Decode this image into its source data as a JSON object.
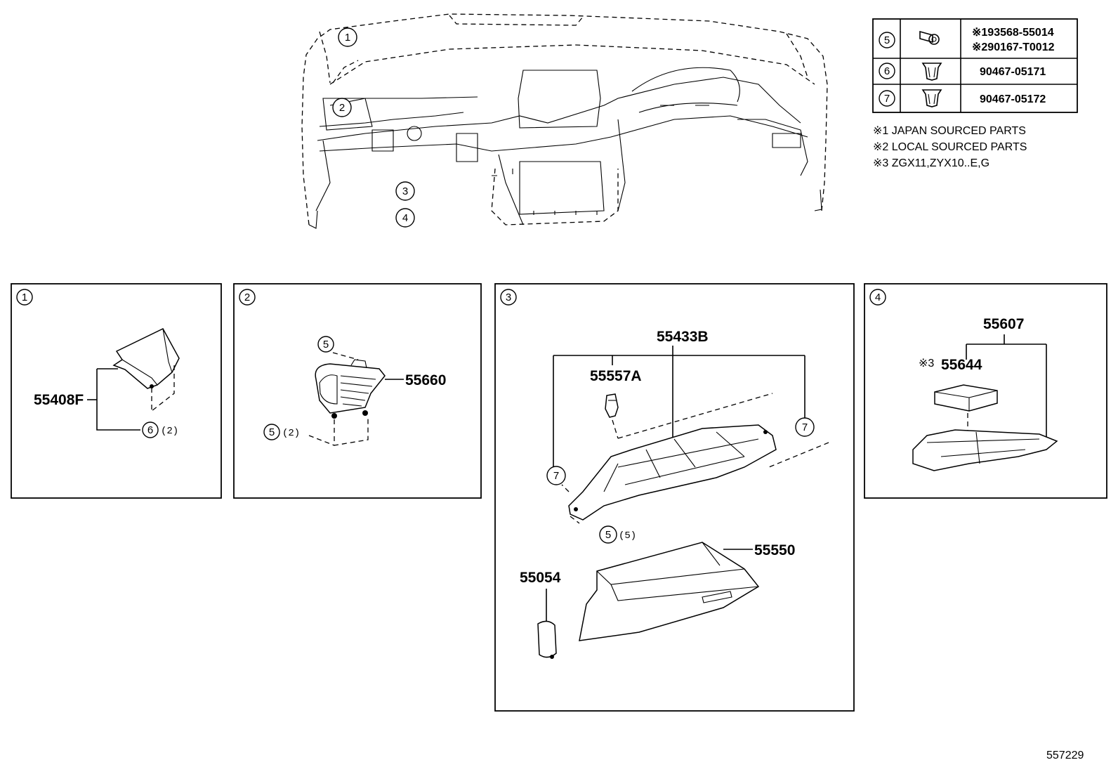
{
  "fasteners_table": [
    {
      "ref": "5",
      "icon": "bolt-icon",
      "parts": [
        "※193568-55014",
        "※290167-T0012"
      ]
    },
    {
      "ref": "6",
      "icon": "clip-icon",
      "parts": [
        "90467-05171"
      ]
    },
    {
      "ref": "7",
      "icon": "clip-icon",
      "parts": [
        "90467-05172"
      ]
    }
  ],
  "notes": [
    "※1 JAPAN SOURCED PARTS",
    "※2 LOCAL SOURCED PARTS",
    "※3 ZGX11,ZYX10..E,G"
  ],
  "overview": {
    "callouts": [
      "1",
      "2",
      "3",
      "4"
    ]
  },
  "panel1": {
    "ref": "1",
    "parts": {
      "p55408F": "55408F"
    },
    "callouts": {
      "clip": "6",
      "clip_qty": "(2)"
    }
  },
  "panel2": {
    "ref": "2",
    "parts": {
      "p55660": "55660"
    },
    "callouts": {
      "bolt_top": "5",
      "bolt_bottom": "5",
      "bolt_bottom_qty": "(2)"
    }
  },
  "panel3": {
    "ref": "3",
    "parts": {
      "p55433B": "55433B",
      "p55557A": "55557A",
      "p55550": "55550",
      "p55054": "55054"
    },
    "callouts": {
      "clip_left": "7",
      "clip_right": "7",
      "bolt": "5",
      "bolt_qty": "(5)"
    }
  },
  "panel4": {
    "ref": "4",
    "parts": {
      "p55607": "55607",
      "p55644": "55644",
      "p55644_note": "※3"
    }
  },
  "diagram_id": "557229"
}
